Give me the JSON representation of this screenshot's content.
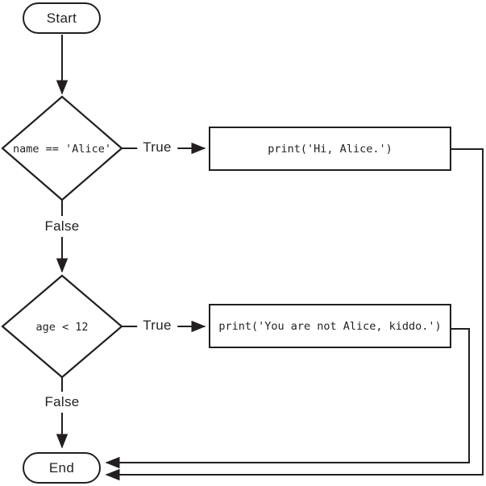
{
  "flowchart": {
    "nodes": {
      "start": {
        "label": "Start",
        "type": "terminal"
      },
      "decision1": {
        "label": "name == 'Alice'",
        "type": "decision"
      },
      "process1": {
        "label": "print('Hi, Alice.')",
        "type": "process"
      },
      "decision2": {
        "label": "age < 12",
        "type": "decision"
      },
      "process2": {
        "label": "print('You are not Alice, kiddo.')",
        "type": "process"
      },
      "end": {
        "label": "End",
        "type": "terminal"
      }
    },
    "edge_labels": {
      "decision1_true": "True",
      "decision1_false": "False",
      "decision2_true": "True",
      "decision2_false": "False"
    },
    "colors": {
      "line": "#231f20",
      "background": "#ffffff"
    }
  }
}
